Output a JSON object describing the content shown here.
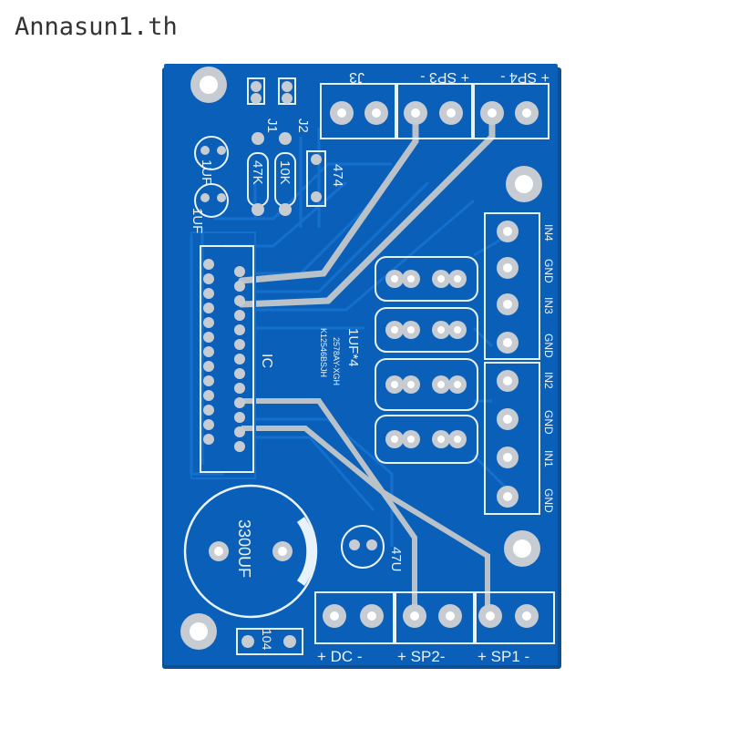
{
  "watermark": {
    "text": "Annasun1.th"
  },
  "colors": {
    "board": "#0a5fb8",
    "board_edge": "#0b4f97",
    "trace": "#1470cc",
    "pad": "#c7ccd2",
    "silk": "#e8f2fb"
  },
  "labels": {
    "j3": "J3",
    "sp3": "+ SP3 -",
    "sp4": "+ SP4 -",
    "j1": "J1",
    "j2": "J2",
    "r47k": "47K",
    "r10k": "10K",
    "c474": "474",
    "c1uf_a": "1UF",
    "c1uf_b": "1UF",
    "ic": "IC",
    "chip1": "K12546BSJH",
    "chip2": "2578AY-XGH",
    "c1uf4": "1UF*4",
    "in4": "IN4",
    "gnd1": "GND",
    "in3": "IN3",
    "gnd2": "GND",
    "in2": "IN2",
    "gnd3": "GND",
    "in1": "IN1",
    "gnd4": "GND",
    "c3300": "3300UF",
    "c47u": "47U",
    "c104": "104",
    "dc": "+ DC -",
    "sp2": "+ SP2-",
    "sp1": "+ SP1 -"
  }
}
